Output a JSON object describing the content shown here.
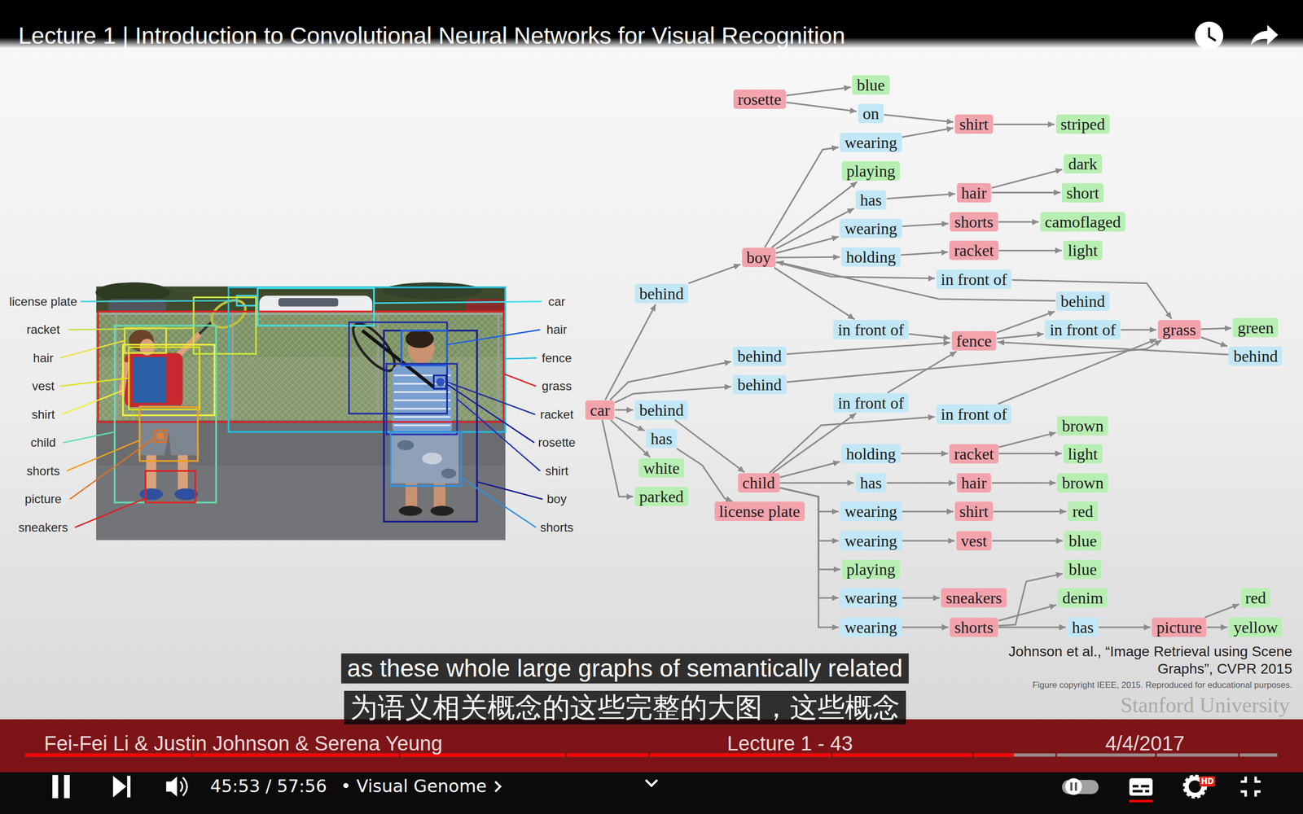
{
  "diagram": {
    "title": "Lecture 1 | Introduction to Convolutional Neural Networks for Visual Recognition",
    "nodes": [
      {
        "text": [
          "rosette"
        ]
      },
      {
        "text": [
          "blue"
        ]
      },
      {
        "text": [
          "on"
        ]
      },
      {
        "text": [
          "shirt"
        ]
      },
      {
        "text": [
          "striped"
        ]
      },
      {
        "text": [
          "wearing"
        ]
      },
      {
        "text": [
          "playing"
        ]
      },
      {
        "text": [
          "dark"
        ]
      },
      {
        "text": [
          "has"
        ]
      },
      {
        "text": [
          "hair"
        ]
      },
      {
        "text": [
          "short"
        ]
      },
      {
        "text": [
          "wearing"
        ]
      },
      {
        "text": [
          "shorts"
        ]
      },
      {
        "text": [
          "camoflaged"
        ]
      },
      {
        "text": [
          "boy"
        ]
      },
      {
        "text": [
          "holding"
        ]
      },
      {
        "text": [
          "racket"
        ]
      },
      {
        "text": [
          "light"
        ]
      },
      {
        "text": [
          "in front of"
        ]
      },
      {
        "text": [
          "behind"
        ]
      },
      {
        "text": [
          "behind"
        ]
      },
      {
        "text": [
          "in front of"
        ]
      },
      {
        "text": [
          "fence"
        ]
      },
      {
        "text": [
          "in front of"
        ]
      },
      {
        "text": [
          "grass"
        ]
      },
      {
        "text": [
          "green"
        ]
      },
      {
        "text": [
          "behind"
        ]
      },
      {
        "text": [
          "behind"
        ]
      },
      {
        "text": [
          "behind"
        ]
      },
      {
        "text": [
          "in front of"
        ]
      },
      {
        "text": [
          "car"
        ]
      },
      {
        "text": [
          "behind"
        ]
      },
      {
        "text": [
          "in front of"
        ]
      },
      {
        "text": [
          "brown"
        ]
      },
      {
        "text": [
          "has"
        ]
      },
      {
        "text": [
          "holding"
        ]
      },
      {
        "text": [
          "racket"
        ]
      },
      {
        "text": [
          "light"
        ]
      },
      {
        "text": [
          "white"
        ]
      },
      {
        "text": [
          "child"
        ]
      },
      {
        "text": [
          "has"
        ]
      },
      {
        "text": [
          "hair"
        ]
      },
      {
        "text": [
          "brown"
        ]
      },
      {
        "text": [
          "parked"
        ]
      },
      {
        "text": [
          "license plate"
        ]
      },
      {
        "text": [
          "wearing"
        ]
      },
      {
        "text": [
          "shirt"
        ]
      },
      {
        "text": [
          "red"
        ]
      },
      {
        "text": [
          "wearing"
        ]
      },
      {
        "text": [
          "vest"
        ]
      },
      {
        "text": [
          "blue"
        ]
      },
      {
        "text": [
          "playing"
        ]
      },
      {
        "text": [
          "blue"
        ]
      },
      {
        "text": [
          "wearing"
        ]
      },
      {
        "text": [
          "sneakers"
        ]
      },
      {
        "text": [
          "denim"
        ]
      },
      {
        "text": [
          "red"
        ]
      },
      {
        "text": [
          "wearing"
        ]
      },
      {
        "text": [
          "shorts"
        ]
      },
      {
        "text": [
          "has"
        ]
      },
      {
        "text": [
          "picture"
        ]
      },
      {
        "text": [
          "yellow"
        ]
      }
    ],
    "edges": [
      {
        "from": 0,
        "to": 1,
        "arrow": "to"
      },
      {
        "from": 0,
        "to": 2,
        "arrow": "to"
      },
      {
        "from": 2,
        "to": 3,
        "arrow": "to"
      },
      {
        "from": 5,
        "to": 3,
        "arrow": "to"
      },
      {
        "from": 3,
        "to": 4,
        "arrow": "to"
      },
      {
        "from": 14,
        "to": 5,
        "arrow": "to"
      },
      {
        "from": 14,
        "to": 6,
        "arrow": "to"
      },
      {
        "from": 14,
        "to": 8,
        "arrow": "to"
      },
      {
        "from": 8,
        "to": 9,
        "arrow": "to"
      },
      {
        "from": 9,
        "to": 7,
        "arrow": "to"
      },
      {
        "from": 9,
        "to": 10,
        "arrow": "to"
      },
      {
        "from": 14,
        "to": 11,
        "arrow": "to"
      },
      {
        "from": 11,
        "to": 12,
        "arrow": "to"
      },
      {
        "from": 12,
        "to": 13,
        "arrow": "to"
      },
      {
        "from": 14,
        "to": 15,
        "arrow": "to"
      },
      {
        "from": 15,
        "to": 16,
        "arrow": "to"
      },
      {
        "from": 16,
        "to": 17,
        "arrow": "to"
      },
      {
        "from": 14,
        "to": 18,
        "arrow": "to"
      },
      {
        "from": 18,
        "to": 24,
        "arrow": "to"
      },
      {
        "from": 22,
        "to": 20,
        "arrow": "to"
      },
      {
        "from": 20,
        "to": 14,
        "arrow": "to"
      },
      {
        "from": 14,
        "to": 21,
        "arrow": "to"
      },
      {
        "from": 21,
        "to": 22,
        "arrow": "to"
      },
      {
        "from": 22,
        "to": 23,
        "arrow": "to"
      },
      {
        "from": 23,
        "to": 24,
        "arrow": "to"
      },
      {
        "from": 24,
        "to": 25,
        "arrow": "to"
      },
      {
        "from": 24,
        "to": 27,
        "arrow": "to"
      },
      {
        "from": 27,
        "to": 22,
        "arrow": "to"
      },
      {
        "from": 30,
        "to": 19,
        "arrow": "to"
      },
      {
        "from": 19,
        "to": 14,
        "arrow": "to"
      },
      {
        "from": 30,
        "to": 26,
        "arrow": "to"
      },
      {
        "from": 26,
        "to": 22,
        "arrow": "to"
      },
      {
        "from": 30,
        "to": 28,
        "arrow": "to"
      },
      {
        "from": 28,
        "to": 24,
        "arrow": "to"
      },
      {
        "from": 30,
        "to": 31,
        "arrow": "to"
      },
      {
        "from": 31,
        "to": 39,
        "arrow": "to"
      },
      {
        "from": 30,
        "to": 34,
        "arrow": "to"
      },
      {
        "from": 34,
        "to": 44,
        "arrow": "to"
      },
      {
        "from": 30,
        "to": 38,
        "arrow": "to"
      },
      {
        "from": 30,
        "to": 43,
        "arrow": "to"
      },
      {
        "from": 39,
        "to": 29,
        "arrow": "to"
      },
      {
        "from": 29,
        "to": 22,
        "arrow": "to"
      },
      {
        "from": 39,
        "to": 32,
        "arrow": "to"
      },
      {
        "from": 32,
        "to": 24,
        "arrow": "to"
      },
      {
        "from": 39,
        "to": 35,
        "arrow": "to"
      },
      {
        "from": 35,
        "to": 36,
        "arrow": "to"
      },
      {
        "from": 36,
        "to": 33,
        "arrow": "to"
      },
      {
        "from": 36,
        "to": 37,
        "arrow": "to"
      },
      {
        "from": 39,
        "to": 40,
        "arrow": "to"
      },
      {
        "from": 40,
        "to": 41,
        "arrow": "to"
      },
      {
        "from": 41,
        "to": 42,
        "arrow": "to"
      },
      {
        "from": 39,
        "to": 45,
        "arrow": "to"
      },
      {
        "from": 45,
        "to": 46,
        "arrow": "to"
      },
      {
        "from": 46,
        "to": 47,
        "arrow": "to"
      },
      {
        "from": 39,
        "to": 48,
        "arrow": "to"
      },
      {
        "from": 48,
        "to": 49,
        "arrow": "to"
      },
      {
        "from": 49,
        "to": 50,
        "arrow": "to"
      },
      {
        "from": 39,
        "to": 51,
        "arrow": "to"
      },
      {
        "from": 39,
        "to": 53,
        "arrow": "to"
      },
      {
        "from": 53,
        "to": 54,
        "arrow": "to"
      },
      {
        "from": 39,
        "to": 57,
        "arrow": "to"
      },
      {
        "from": 57,
        "to": 58,
        "arrow": "to"
      },
      {
        "from": 58,
        "to": 52,
        "arrow": "to"
      },
      {
        "from": 58,
        "to": 55,
        "arrow": "to"
      },
      {
        "from": 58,
        "to": 59,
        "arrow": "to"
      },
      {
        "from": 59,
        "to": 60,
        "arrow": "to"
      },
      {
        "from": 60,
        "to": 56,
        "arrow": "to"
      },
      {
        "from": 60,
        "to": 61,
        "arrow": "to"
      }
    ],
    "labels": [
      "license plate",
      "racket",
      "hair",
      "vest",
      "shirt",
      "child",
      "shorts",
      "picture",
      "sneakers",
      "car",
      "hair",
      "fence",
      "grass",
      "racket",
      "rosette",
      "shirt",
      "boy",
      "shorts",
      "Johnson et al., “Image Retrieval using Scene Graphs”, CVPR 2015",
      "Figure copyright IEEE, 2015. Reproduced for educational purposes.",
      "Stanford University",
      "as these whole large graphs of semantically related",
      "为语义相关概念的这些完整的大图，这些概念",
      "Fei-Fei Li & Justin Johnson & Serena Yeung",
      "Lecture 1 - 43",
      "4/4/2017",
      "45:53 / 57:56",
      "• Visual Genome",
      "HD"
    ]
  }
}
